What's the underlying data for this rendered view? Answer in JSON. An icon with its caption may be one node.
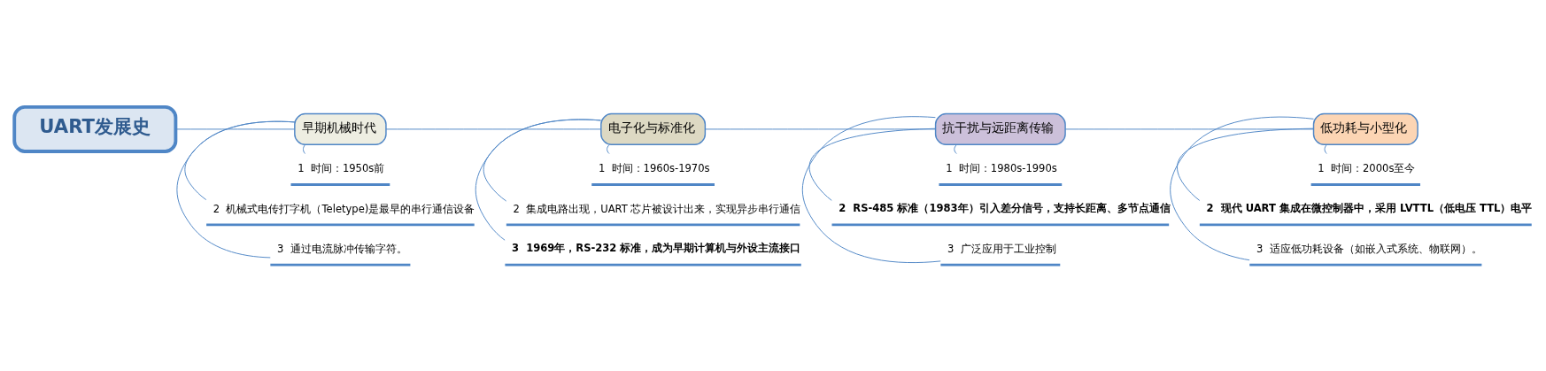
{
  "diagram": {
    "nodes": [
      {
        "text": [
          "UART发展史"
        ]
      },
      {
        "text": [
          "早期机械时代"
        ]
      },
      {
        "text": [
          "电子化与标准化"
        ]
      },
      {
        "text": [
          "抗干扰与远距离传输"
        ]
      },
      {
        "text": [
          "低功耗与小型化"
        ]
      },
      {
        "text": [
          "1  时间：1950s前"
        ]
      },
      {
        "text": [
          "2  机械式电传打字机（Teletype)是最早的串行通信设备"
        ]
      },
      {
        "text": [
          "3  通过电流脉冲传输字符。"
        ]
      },
      {
        "text": [
          "1  时间：1960s-1970s"
        ]
      },
      {
        "text": [
          "2  集成电路出现，UART 芯片被设计出来，实现异步串行通信"
        ]
      },
      {
        "text": [
          "3  1969年，RS-232 标准，成为早期计算机与外设主流接口"
        ]
      },
      {
        "text": [
          "1  时间：1980s-1990s"
        ]
      },
      {
        "text": [
          "2  RS-485 标准（1983年）引入差分信号，支持长距离、多节点通信"
        ]
      },
      {
        "text": [
          "3  广泛应用于工业控制"
        ]
      },
      {
        "text": [
          "1  时间：2000s至今"
        ]
      },
      {
        "text": [
          "2  现代 UART 集成在微控制器中，采用 LVTTL（低电压 TTL）电平"
        ]
      },
      {
        "text": [
          "3  适应低功耗设备（如嵌入式系统、物联网）。"
        ]
      }
    ],
    "edges": [
      {
        "from": 0,
        "to": 1,
        "arrow": "none"
      },
      {
        "from": 1,
        "to": 2,
        "arrow": "none"
      },
      {
        "from": 2,
        "to": 3,
        "arrow": "none"
      },
      {
        "from": 3,
        "to": 4,
        "arrow": "none"
      },
      {
        "from": 1,
        "to": 5,
        "arrow": "none"
      },
      {
        "from": 1,
        "to": 6,
        "arrow": "none"
      },
      {
        "from": 1,
        "to": 7,
        "arrow": "none"
      },
      {
        "from": 2,
        "to": 8,
        "arrow": "none"
      },
      {
        "from": 2,
        "to": 9,
        "arrow": "none"
      },
      {
        "from": 2,
        "to": 10,
        "arrow": "none"
      },
      {
        "from": 3,
        "to": 11,
        "arrow": "none"
      },
      {
        "from": 3,
        "to": 12,
        "arrow": "none"
      },
      {
        "from": 3,
        "to": 13,
        "arrow": "none"
      },
      {
        "from": 4,
        "to": 14,
        "arrow": "none"
      },
      {
        "from": 4,
        "to": 15,
        "arrow": "none"
      },
      {
        "from": 4,
        "to": 16,
        "arrow": "none"
      }
    ]
  }
}
